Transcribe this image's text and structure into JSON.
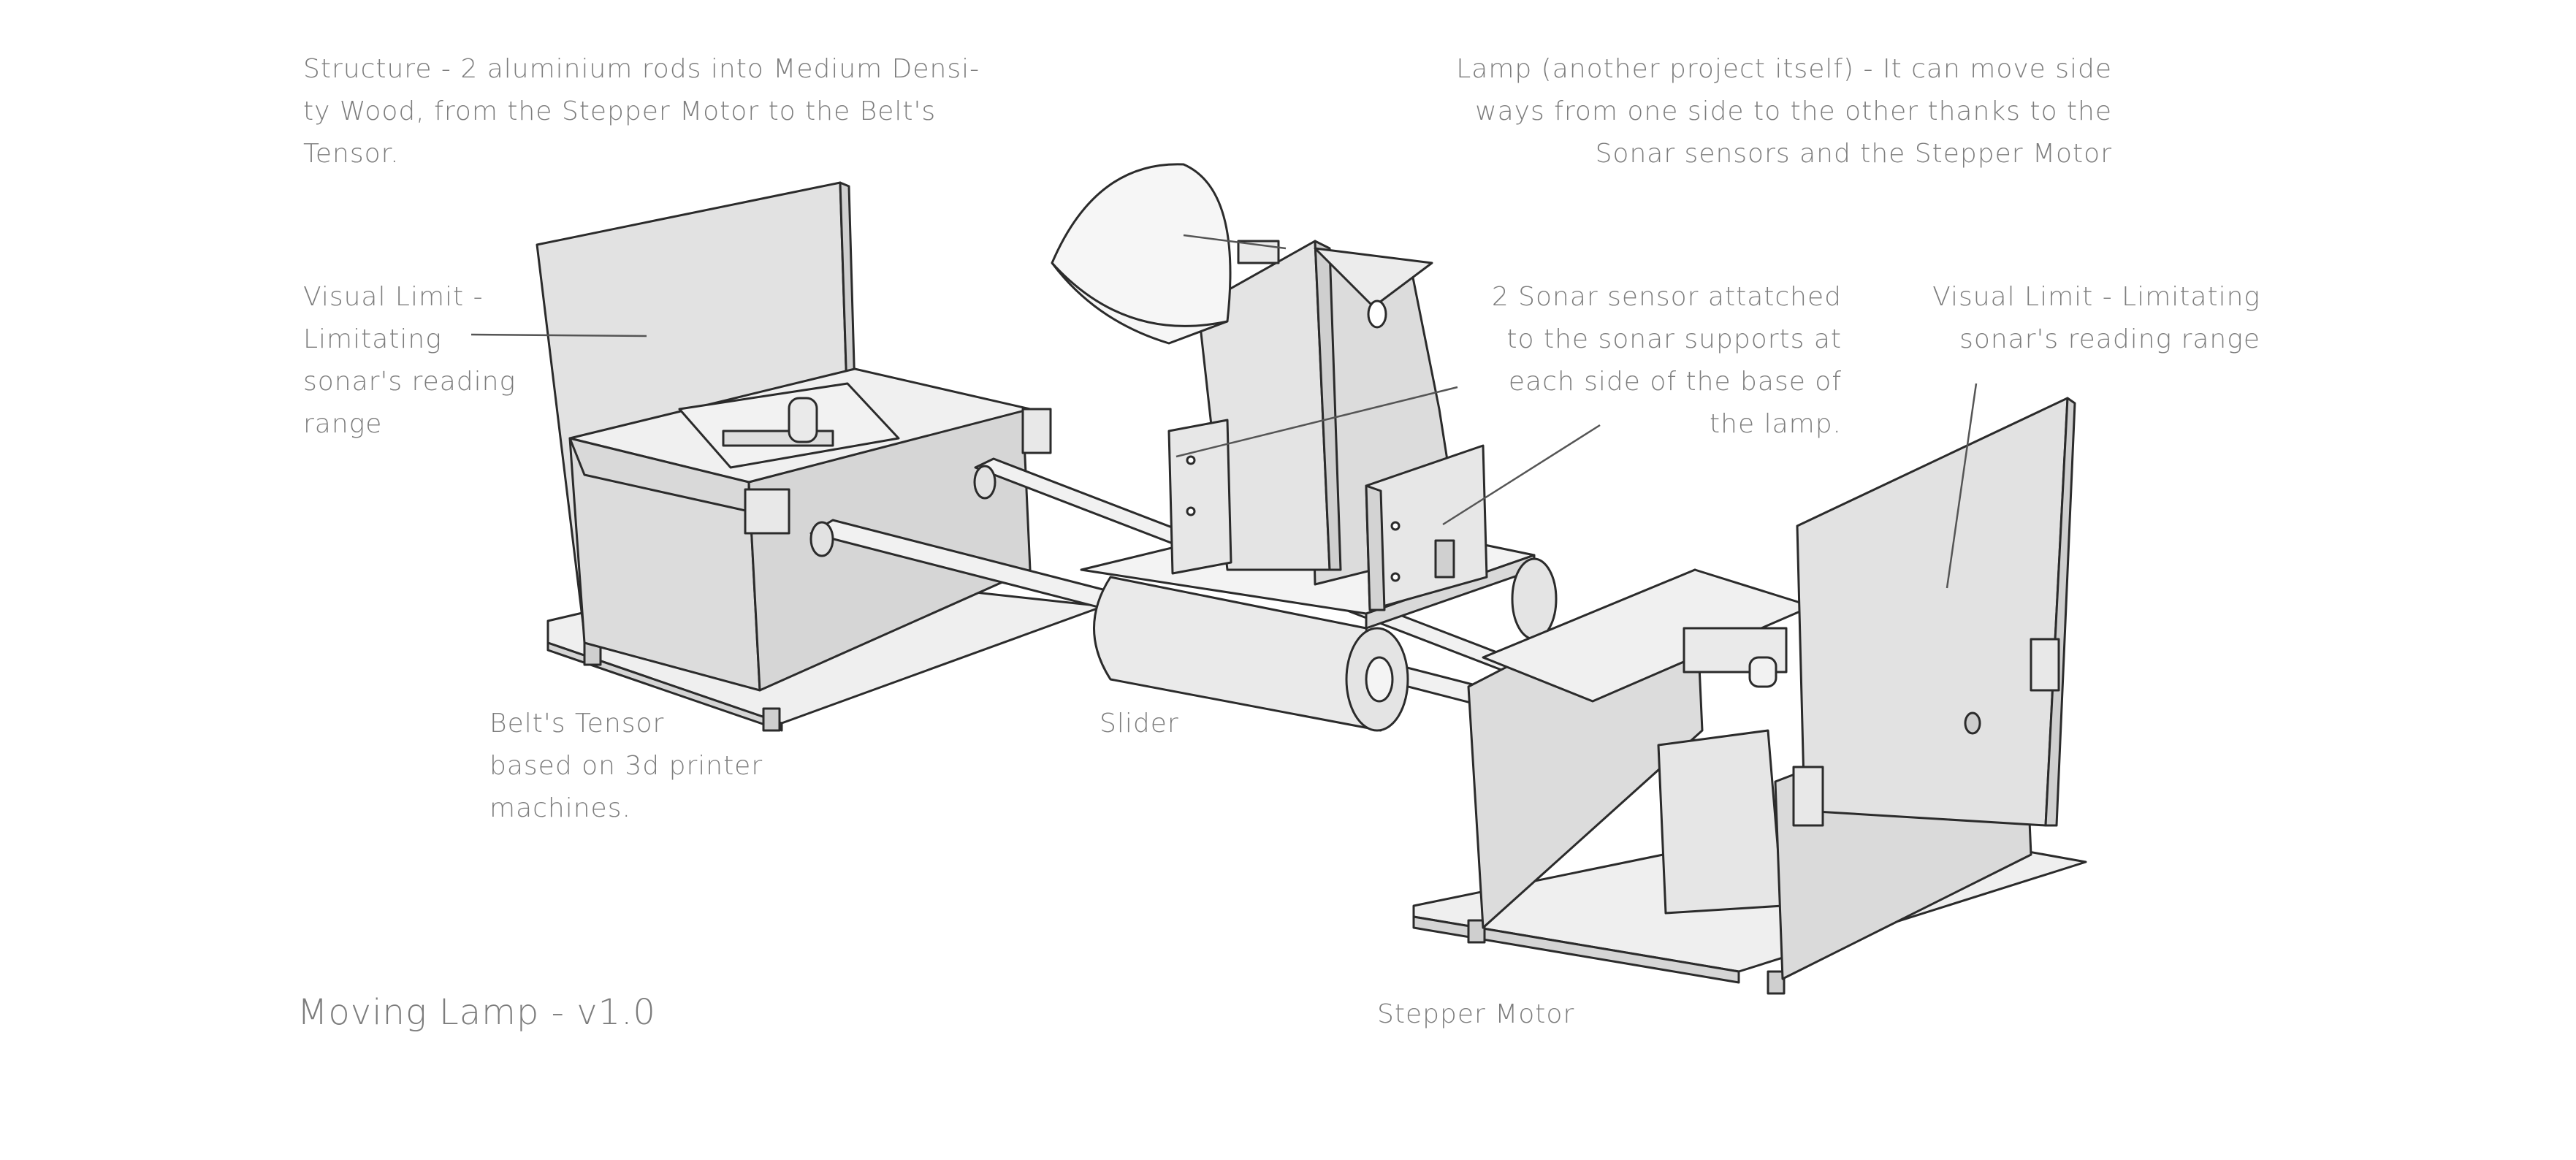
{
  "annotations": {
    "structure": [
      "Structure - 2 aluminium rods into Medium Densi-",
      "ty Wood, from the Stepper Motor to the Belt's",
      "Tensor."
    ],
    "lamp": [
      "Lamp (another project itself) - It can move side",
      "ways from one side to the other thanks to the",
      "Sonar sensors and the Stepper Motor"
    ],
    "visual_limit_left": [
      "Visual Limit -",
      "Limitating",
      "sonar's reading",
      "range"
    ],
    "sonar": [
      "2 Sonar sensor attatched",
      "to the sonar supports at",
      "each side of the base of",
      "the lamp."
    ],
    "visual_limit_right": [
      "Visual Limit - Limitating",
      "sonar's reading range"
    ],
    "belt_tensor": [
      "Belt's Tensor",
      "based on 3d printer",
      "machines."
    ],
    "slider": "Slider",
    "stepper_motor": "Stepper Motor",
    "title": "Moving Lamp - v1.0"
  },
  "colors": {
    "text": "#7d7d7d",
    "line": "#2b2b2b",
    "face": "#e6e6e6",
    "face_dark": "#d2d2d2",
    "leader": "#555555"
  }
}
